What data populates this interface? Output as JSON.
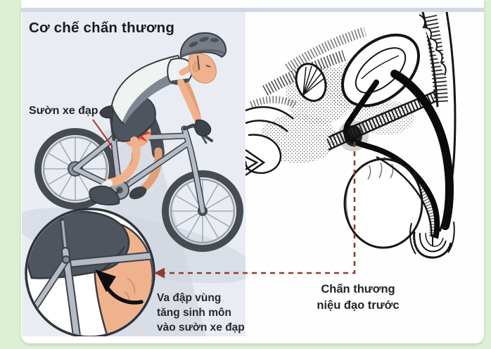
{
  "page": {
    "background_color": "#ddf0d4"
  },
  "left_panel": {
    "title": "Cơ chế chấn thương",
    "frame_label": "Sườn xe đạp",
    "inset_caption_lines": [
      "Va đập vùng",
      "tăng sinh môn",
      "vào sườn xe đạp"
    ]
  },
  "right_panel": {
    "caption_lines": [
      "Chấn thương",
      "niệu đạo trước"
    ]
  },
  "icons": {
    "impact_arrow": "curved-black-arrow",
    "connector_arrow": "dashed-red-elbow-arrow",
    "pointer_line": "red-leader-line",
    "impact_burst": "red-starburst",
    "inset": "magnifier-circle"
  },
  "colors": {
    "page_bg": "#ddf0d4",
    "panel_bg": "#e9edf3",
    "top_band": "#d0d9e3",
    "impact_red": "#cf3227",
    "connector_red": "#8e3c33",
    "pointer_red": "#b73229",
    "bike_frame_gray": "#b6bcc5",
    "skin_tone": "#f0b28d",
    "shorts_gray": "#4e555e"
  }
}
